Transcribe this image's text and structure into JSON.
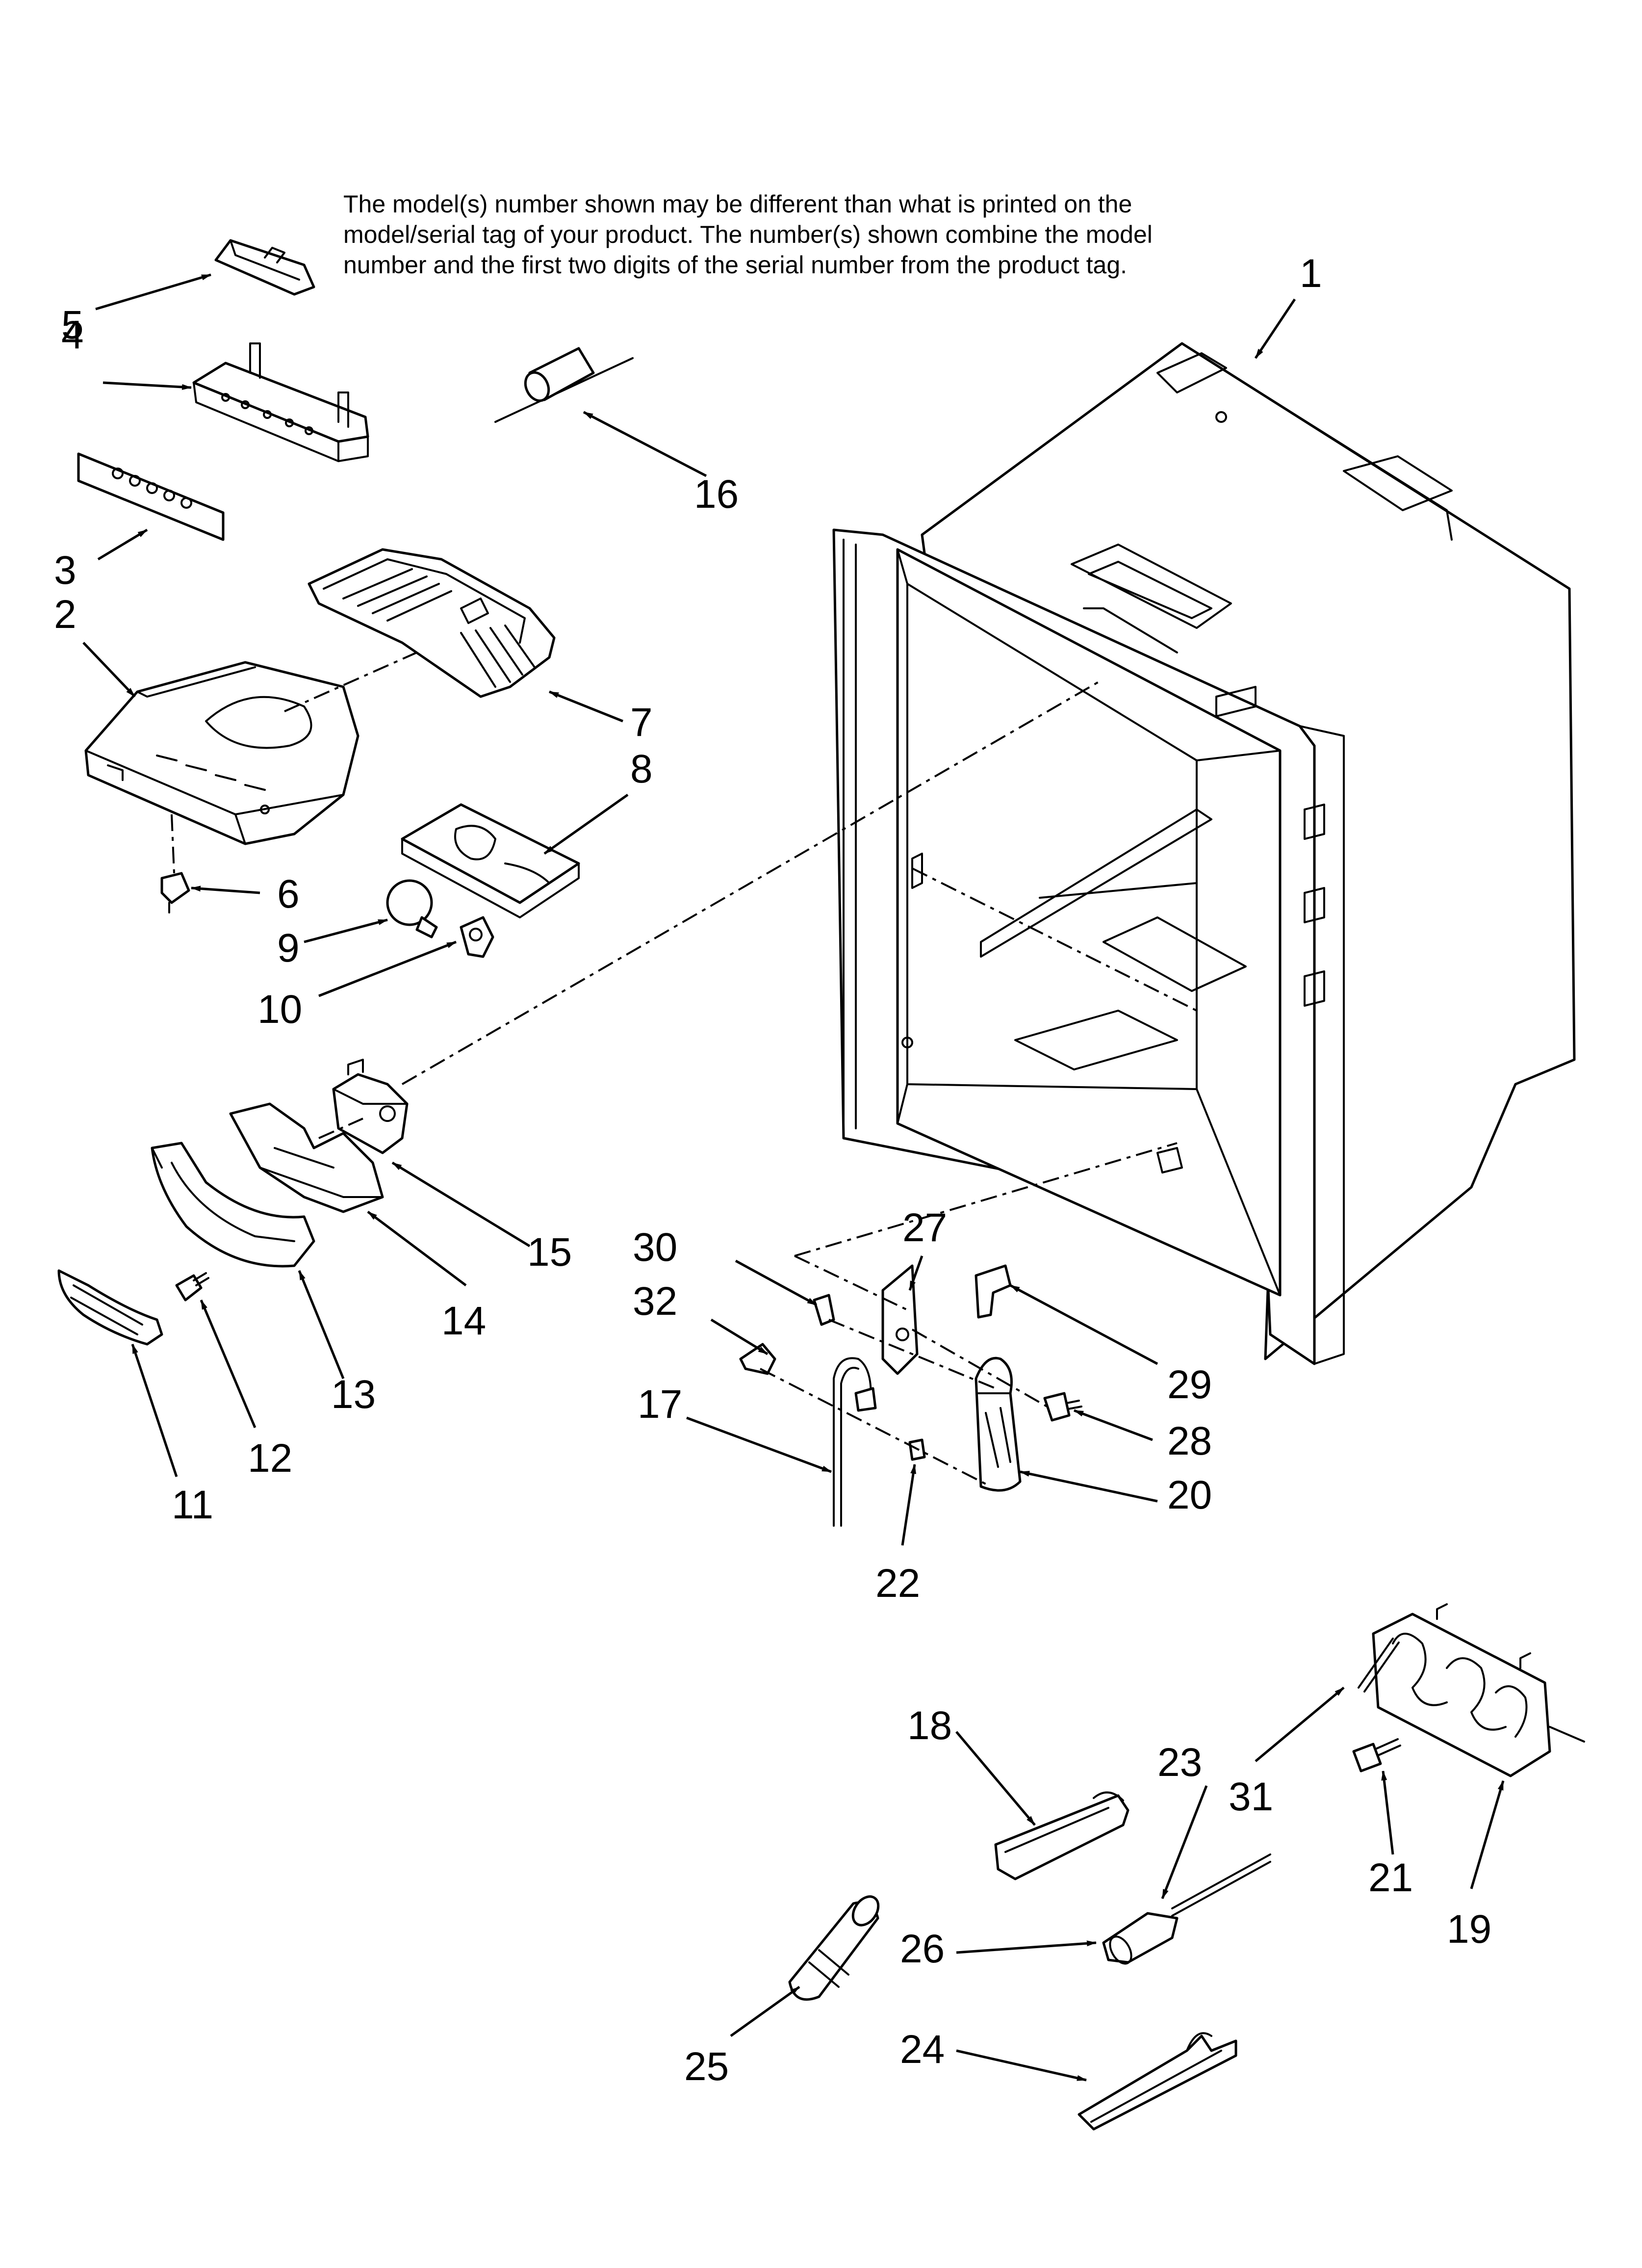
{
  "note": {
    "lines": [
      "The model(s) number shown may be different than what is printed on the",
      "model/serial tag of your product. The number(s) shown combine the model",
      "number and the first two digits of the serial number from the product tag."
    ]
  },
  "callouts": [
    "1",
    "2",
    "3",
    "4",
    "5",
    "6",
    "7",
    "8",
    "9",
    "10",
    "11",
    "12",
    "13",
    "14",
    "15",
    "16",
    "17",
    "18",
    "19",
    "20",
    "21",
    "22",
    "23",
    "24",
    "25",
    "26",
    "27",
    "28",
    "29",
    "30",
    "31",
    "32"
  ]
}
